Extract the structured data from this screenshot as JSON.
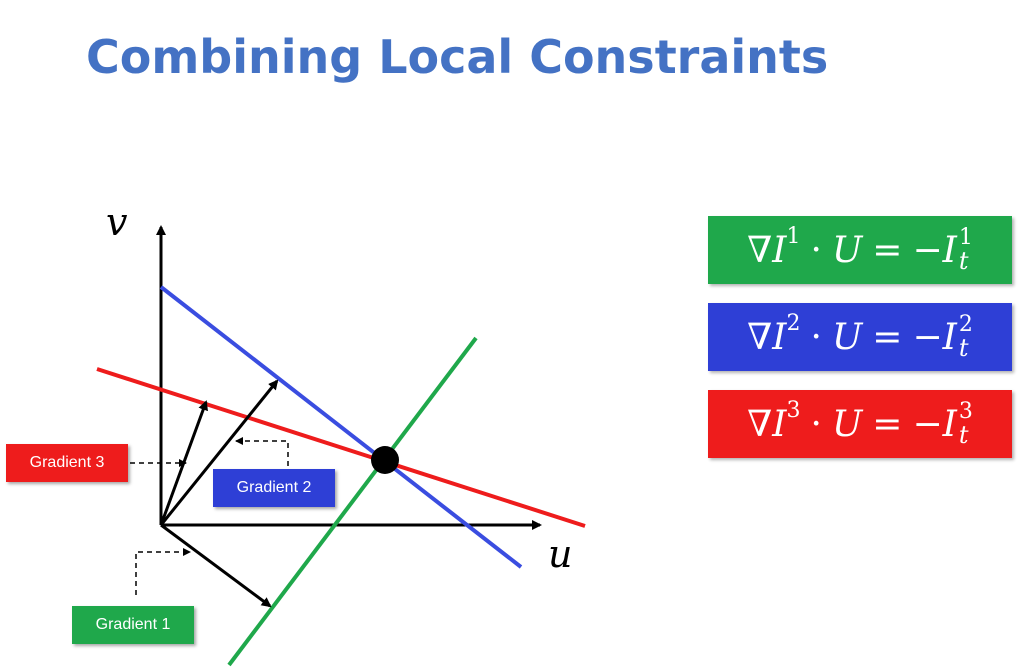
{
  "title": "Combining Local Constraints",
  "axes": {
    "x_label": "u",
    "y_label": "v"
  },
  "tags": {
    "gradient1": "Gradient 1",
    "gradient2": "Gradient 2",
    "gradient3": "Gradient 3"
  },
  "equations": [
    {
      "nabla": "∇",
      "I": "I",
      "sup": "1",
      "dot": "·",
      "U": "U",
      "eq": "=",
      "rhs": "−I",
      "rhs_sup": "1",
      "rhs_sub": "t",
      "color": "#1fa84b"
    },
    {
      "nabla": "∇",
      "I": "I",
      "sup": "2",
      "dot": "·",
      "U": "U",
      "eq": "=",
      "rhs": "−I",
      "rhs_sup": "2",
      "rhs_sub": "t",
      "color": "#2e3fd6"
    },
    {
      "nabla": "∇",
      "I": "I",
      "sup": "3",
      "dot": "·",
      "U": "U",
      "eq": "=",
      "rhs": "−I",
      "rhs_sup": "3",
      "rhs_sub": "t",
      "color": "#ee1c1c"
    }
  ],
  "colors": {
    "green_line": "#1fa84b",
    "blue_line": "#3a4de0",
    "red_line": "#ee1c1c",
    "title": "#4472c4"
  }
}
